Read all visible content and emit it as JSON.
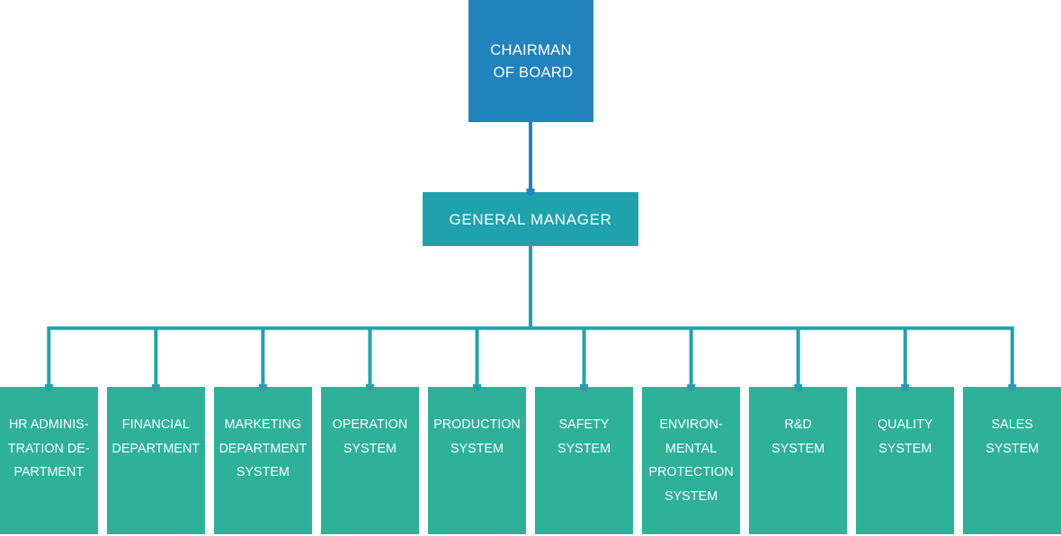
{
  "org_chart": {
    "type": "organizational-chart",
    "background": "#ffffff",
    "text_color": "#ffffff",
    "levels": {
      "root": {
        "label": "CHAIRMAN OF BOARD",
        "lines": [
          "CHAIRMAN",
          "OF BOARD"
        ],
        "fill": "#2282be"
      },
      "manager": {
        "label": "GENERAL MANAGER",
        "lines": [
          "GENERAL MANAGER"
        ],
        "fill": "#20a2ad"
      },
      "departments_fill": "#2eb199",
      "departments": [
        {
          "label": "HR ADMINISTRATION DEPARTMENT",
          "lines": [
            "HR ADMINIS-",
            "TRATION DE-",
            "PARTMENT"
          ]
        },
        {
          "label": "FINANCIAL DEPARTMENT",
          "lines": [
            "FINANCIAL",
            "DEPARTMENT"
          ]
        },
        {
          "label": "MARKETING DEPARTMENT SYSTEM",
          "lines": [
            "MARKETING",
            "DEPARTMENT",
            "SYSTEM"
          ]
        },
        {
          "label": "OPERATION SYSTEM",
          "lines": [
            "OPERATION",
            "SYSTEM"
          ]
        },
        {
          "label": "PRODUCTION SYSTEM",
          "lines": [
            "PRODUCTION",
            "SYSTEM"
          ]
        },
        {
          "label": "SAFETY SYSTEM",
          "lines": [
            "SAFETY",
            "SYSTEM"
          ]
        },
        {
          "label": "ENVIRONMENTAL PROTECTION SYSTEM",
          "lines": [
            "ENVIRON-",
            "MENTAL",
            "PROTECTION",
            "SYSTEM"
          ]
        },
        {
          "label": "R&D SYSTEM",
          "lines": [
            "R&D",
            "SYSTEM"
          ]
        },
        {
          "label": "QUALITY SYSTEM",
          "lines": [
            "QUALITY",
            "SYSTEM"
          ]
        },
        {
          "label": "SALES SYSTEM",
          "lines": [
            "SALES",
            "SYSTEM"
          ]
        }
      ]
    },
    "connectors": {
      "root_to_manager_color": "#2282be",
      "manager_to_departments_color": "#20a2ad",
      "style": "straight-with-round-arrowheads"
    }
  }
}
